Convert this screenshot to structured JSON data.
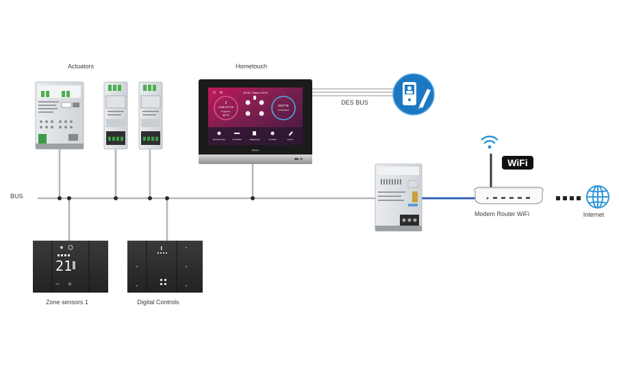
{
  "labels": {
    "actuators": "Actuators",
    "hometouch": "Hometouch",
    "des_bus": "DES BUS",
    "bus": "BUS",
    "modem_router": "Modem Router WiFi",
    "internet": "Internet",
    "zone_sensors": "Zone sensors 1",
    "digital_controls": "Digital Controls",
    "wifi_badge": "WiFi"
  },
  "hometouch_screen": {
    "header": "16:30  7 Marzo 2019",
    "left_tile_line1": "2",
    "left_tile_line2": "ZONE ATTIVE",
    "left_tile_temp_label": "Soggiorno",
    "left_tile_temp": "21°C",
    "right_tile_line1": "NOTTE",
    "right_tile_line2": "6 Parzializzi",
    "bottom_tabs": [
      "Scenario Scen",
      "Sensibilità",
      "Diagramme",
      "Controllo",
      "Impost."
    ],
    "brand": "Bticino"
  },
  "zone_sensor_display": "21",
  "colors": {
    "bus_line": "#b5b5b5",
    "router_link": "#2f5fb3",
    "globe": "#2c96d6",
    "wifi_icon": "#2c96d6",
    "intercom_bg": "#1d78c4",
    "screen_accent": "#d6336c",
    "device_dark": "#2e2e2e",
    "node_dot": "#2a2a2a"
  }
}
